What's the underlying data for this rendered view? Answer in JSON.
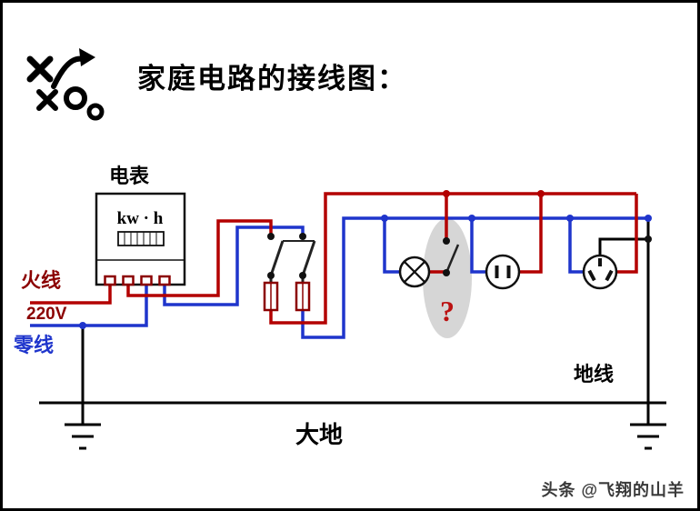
{
  "page": {
    "title": "家庭电路的接线图：",
    "watermark": "头条 @飞翔的山羊"
  },
  "labels": {
    "meter": "电表",
    "meter_display": "kw · h",
    "live": "火线",
    "voltage": "220V",
    "neutral": "零线",
    "ground": "地线",
    "earth": "大地",
    "question": "?"
  },
  "colors": {
    "live_wire": "#b30000",
    "neutral_wire": "#1f35cc",
    "live_text": "#8b0000",
    "neutral_text": "#1f35cc",
    "ground_wire": "#000000",
    "highlight": "#d6d6d6",
    "question": "#bb1111"
  }
}
